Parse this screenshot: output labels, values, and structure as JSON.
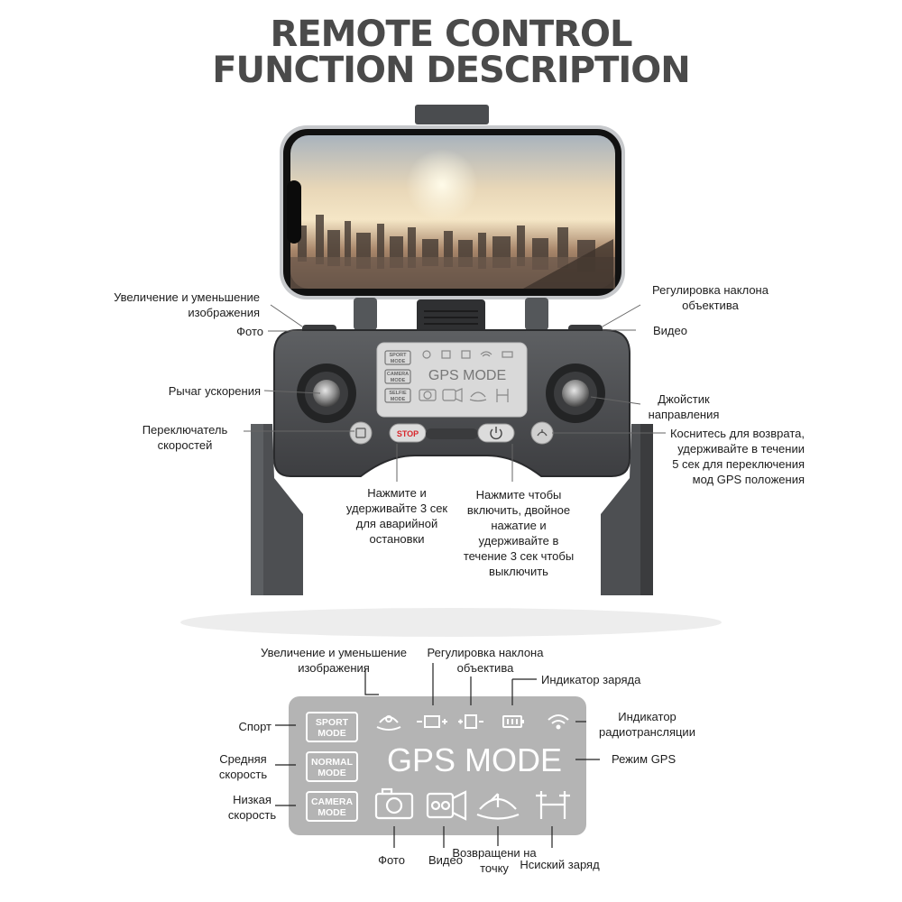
{
  "title": {
    "line1": "REMOTE CONTROL",
    "line2": "FUNCTION DESCRIPTION"
  },
  "remote_labels": {
    "zoom": [
      "Увеличение и уменьшение",
      "изображения"
    ],
    "photo": "Фото",
    "throttle": "Рычаг ускорения",
    "speed_switch": [
      "Переключатель",
      "скоростей"
    ],
    "tilt": [
      "Регулировка наклона",
      "объектива"
    ],
    "video": "Видео",
    "joystick": [
      "Джойстик",
      "направления"
    ],
    "rth": [
      "Коснитесь для возврата,",
      "удерживайте в течении",
      "5 сек для переключения",
      "мод GPS положения"
    ],
    "stop": [
      "Нажмите и",
      "удерживайте 3 сек",
      "для аварийной",
      "остановки"
    ],
    "power": [
      "Нажмите чтобы",
      "включить, двойное",
      "нажатие  и",
      "удерживайте в",
      "течение 3 сек чтобы",
      "выключить"
    ]
  },
  "screen": {
    "mode_title": "GPS MODE",
    "badges": [
      "SPORT MODE",
      "CAMERA MODE",
      "SELFIE MODE"
    ],
    "stop_button": "STOP"
  },
  "panel": {
    "mode_title": "GPS MODE",
    "badges": [
      "SPORT\nMODE",
      "NORMAL\nMODE",
      "CAMERA\nMODE"
    ],
    "zoom_symbol": "-⊡+",
    "tilt_symbol": "+▯-"
  },
  "panel_labels": {
    "zoom": [
      "Увеличение и уменьшение",
      "изображения"
    ],
    "tilt": [
      "Регулировка наклона",
      "объектива"
    ],
    "battery": "Индикатор заряда",
    "signal": [
      "Индикатор",
      "радиотрансляции"
    ],
    "gps": "Режим GPS",
    "sport": "Спорт",
    "normal": [
      "Средняя",
      "скорость"
    ],
    "camera": [
      "Низкая",
      "скорость"
    ],
    "photo": "Фото",
    "video": "Видео",
    "return": [
      "Возвращени на",
      "точку"
    ],
    "low_battery": "Нсиский заряд"
  },
  "colors": {
    "remote_body": "#4f5154",
    "remote_dark": "#2d2e30",
    "screen_bg": "#d8d8d8",
    "panel_bg": "#b4b4b4",
    "panel_fg": "#ffffff",
    "title": "#4a4a4a",
    "stop_red": "#d9262c"
  }
}
